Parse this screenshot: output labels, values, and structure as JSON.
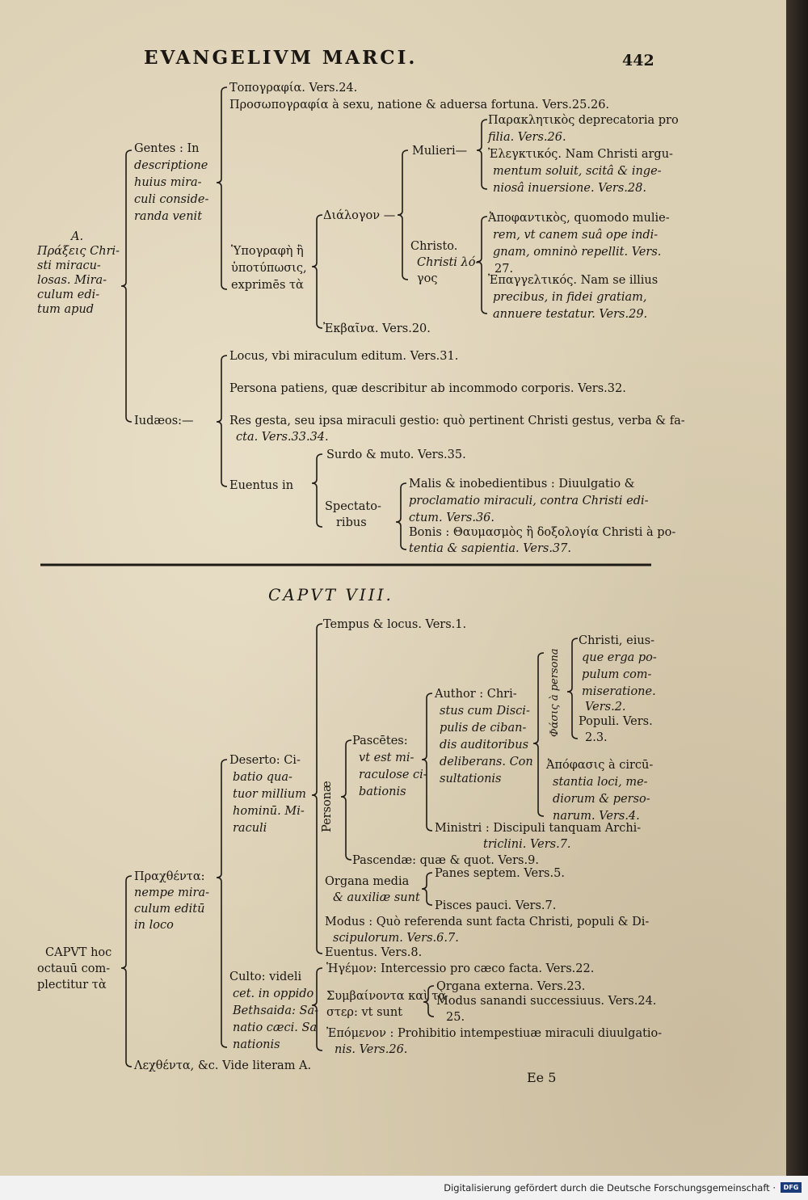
{
  "header": {
    "running_title": "EVANGELIVM MARCI.",
    "page_number": "442",
    "chapter_title": "CAPVT VIII."
  },
  "signature": "Ee 5",
  "footer": {
    "credit": "Digitalisierung gefördert durch die Deutsche Forschungsgemeinschaft ·",
    "logo": "DFG"
  },
  "chapter7": {
    "root": [
      "A.",
      "Πράξεις Chri-",
      "sti miracu-",
      "losas. Mira-",
      "culum edi-",
      "tum apud"
    ],
    "gentes": [
      "Gentes : In",
      "descriptione",
      "huius mira-",
      "culi conside-",
      "randa venit"
    ],
    "topographia": "Τοπογραφία. Vers.24.",
    "prosopographia": "Προσωπογραφία à sexu, natione & aduersa fortuna. Vers.25.26.",
    "hypographe": [
      "Ὑπογραφὴ ἢ",
      "ὑποτύπωσις,",
      "exprimēs τὰ"
    ],
    "dialogue": "Διάλογον —",
    "mulieri": "Mulieri—",
    "mulieri_items": [
      "Παρακλητικὸς deprecatoria pro",
      "filia. Vers.26.",
      "Ἐλεγκτικός. Nam Christi argu-",
      "mentum soluit, scitâ & inge-",
      "niosâ inuersione. Vers.28."
    ],
    "christo": [
      "Christo.",
      "Christi λό-",
      "γος"
    ],
    "christo_items": [
      "Ἀποφαντικὸς, quomodo mulie-",
      "rem, vt canem suâ ope indi-",
      "gnam, omninò repellit. Vers.",
      "27.",
      "Ἐπαγγελτικός. Nam se illius",
      "precibus, in fidei gratiam,",
      "annuere testatur. Vers.29."
    ],
    "exitus": "Ἐκβαῖνα. Vers.20.",
    "iudaeos": "Iudæos:—",
    "locus": "Locus, vbi miraculum editum. Vers.31.",
    "persona": "Persona patiens, quæ describitur ab incommodo corporis. Vers.32.",
    "res": [
      "Res gesta, seu ipsa miraculi gestio: quò pertinent Christi gestus, verba & fa-",
      "cta. Vers.33.34."
    ],
    "euentus": "Euentus in",
    "surdo": "Surdo & muto. Vers.35.",
    "spectatoribus": [
      "Spectato-",
      "ribus"
    ],
    "malis": [
      "Malis & inobedientibus : Diuulgatio &",
      "proclamatio miraculi, contra Christi edi-",
      "ctum. Vers.36."
    ],
    "bonis": [
      "Bonis : Θαυμασμὸς ἢ δοξολογία Christi à po-",
      "tentia & sapientia. Vers.37."
    ]
  },
  "chapter8": {
    "root": [
      "CAPVT hoc",
      "octauū com-",
      "plectitur τὰ"
    ],
    "praxin": [
      "Πραχθέντα:",
      "nempe mira-",
      "culum editū",
      "in loco"
    ],
    "deserto": [
      "Deserto: Ci-",
      "batio qua-",
      "tuor millium",
      "hominū. Mi-",
      "raculi"
    ],
    "tempus": "Tempus & locus. Vers.1.",
    "personae": "Personæ",
    "pascetes": [
      "Pascētes:",
      "vt est mi-",
      "raculose ci-",
      "bationis"
    ],
    "author": [
      "Author : Chri-",
      "stus cum Disci-",
      "pulis de ciban-",
      "dis auditoribus",
      "deliberans. Con",
      "sultationis"
    ],
    "phasis": "Φάσις à persona",
    "christi_items": [
      "Christi, eius-",
      "que erga po-",
      "pulum com-",
      "miseratione.",
      "Vers.2."
    ],
    "populi": [
      "Populi. Vers.",
      "2.3."
    ],
    "apophasis": [
      "Ἀπόφασις à circū-",
      "stantia loci, me-",
      "diorum & perso-",
      "narum. Vers.4."
    ],
    "ministri": [
      "Ministri : Discipuli tanquam Archi-",
      "triclini. Vers.7."
    ],
    "pascendae": "Pascendæ: quæ & quot. Vers.9.",
    "organa": [
      "Organa media",
      "& auxiliæ sunt"
    ],
    "panes": "Panes septem. Vers.5.",
    "pisces": "Pisces pauci. Vers.7.",
    "modus": [
      "Modus : Quò referenda sunt facta Christi, populi & Di-",
      "scipulorum. Vers.6.7."
    ],
    "euentus": "Euentus. Vers.8.",
    "culto": [
      "Culto: videli",
      "cet. in oppido",
      "Bethsaida: Sa-",
      "natio cæci. Sa",
      "nationis"
    ],
    "hegemon": "Ἡγέμον: Intercessio pro cæco facta. Vers.22.",
    "symbainonta": [
      "Συμβαίνοντα καὶ τὰ",
      "στερ: vt sunt"
    ],
    "organa_ext": "Organa externa. Vers.23.",
    "modus_san": [
      "Modus sanandi successiuus. Vers.24.",
      "25."
    ],
    "epomenon": [
      "Ἐπόμενον : Prohibitio intempestiuæ miraculi diuulgatio-",
      "nis. Vers.26."
    ],
    "lechthenta": "Λεχθέντα, &c. Vide literam A."
  }
}
